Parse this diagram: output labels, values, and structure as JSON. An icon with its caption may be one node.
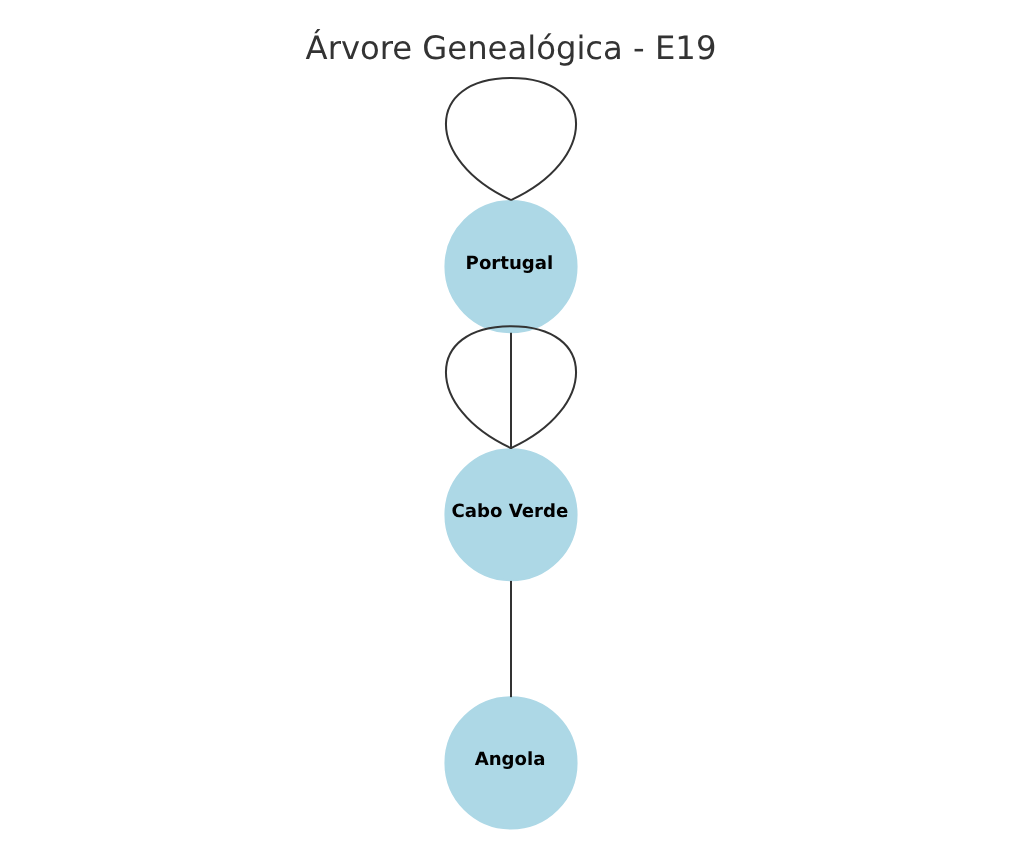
{
  "diagram": {
    "title": "Árvore Genealógica - E19",
    "nodes": [
      {
        "text": [
          "Portugal"
        ]
      },
      {
        "text": [
          "Cabo Verde"
        ]
      },
      {
        "text": [
          "Angola"
        ]
      }
    ],
    "edges": [
      {
        "from": 0,
        "to": 0,
        "arrow": "none"
      },
      {
        "from": 0,
        "to": 1,
        "arrow": "none"
      },
      {
        "from": 1,
        "to": 1,
        "arrow": "none"
      },
      {
        "from": 1,
        "to": 2,
        "arrow": "none"
      }
    ]
  }
}
